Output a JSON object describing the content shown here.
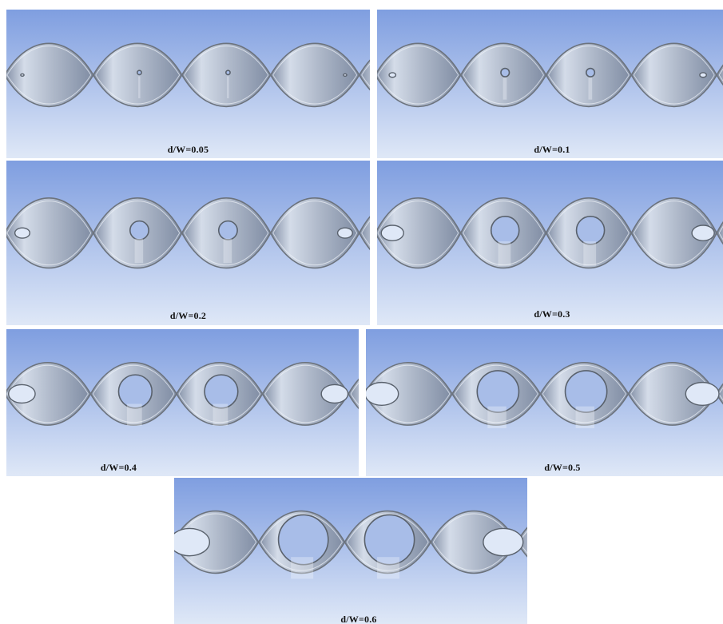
{
  "figure": {
    "panels": [
      {
        "id": "p005",
        "label": "d/W=0.05",
        "ratio": 0.05
      },
      {
        "id": "p01",
        "label": "d/W=0.1",
        "ratio": 0.1
      },
      {
        "id": "p02",
        "label": "d/W=0.2",
        "ratio": 0.2
      },
      {
        "id": "p03",
        "label": "d/W=0.3",
        "ratio": 0.3
      },
      {
        "id": "p04",
        "label": "d/W=0.4",
        "ratio": 0.4
      },
      {
        "id": "p05",
        "label": "d/W=0.5",
        "ratio": 0.5
      },
      {
        "id": "p06",
        "label": "d/W=0.6",
        "ratio": 0.6
      }
    ],
    "colors": {
      "background_top": "#7f9ee0",
      "background_bottom": "#dfe8f7",
      "surface_light": "#d4dce9",
      "surface_dark": "#7f8ca3",
      "edge": "#6c737d"
    }
  }
}
